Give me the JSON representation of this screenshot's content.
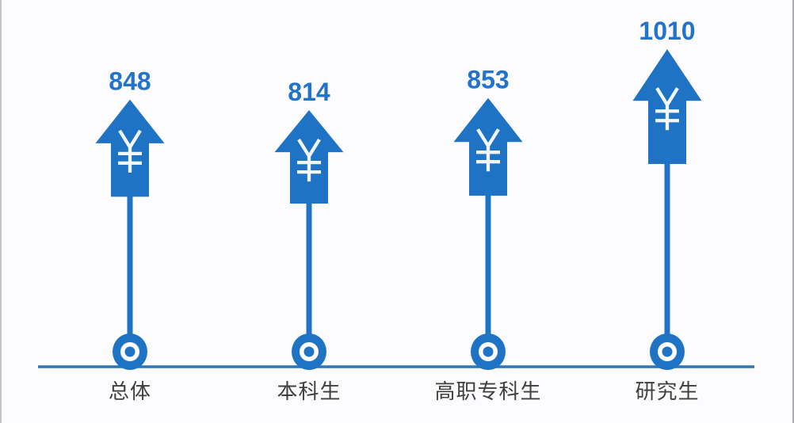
{
  "chart_data": {
    "type": "bar",
    "variant": "upward-arrow-pictograph",
    "categories": [
      "总体",
      "本科生",
      "高职专科生",
      "研究生"
    ],
    "values": [
      848,
      814,
      853,
      1010
    ],
    "value_labels": [
      "848",
      "814",
      "853",
      "1010"
    ],
    "value_icon": "yuan-sign",
    "grid": false,
    "legend": "none",
    "axis": "single-horizontal-baseline"
  },
  "colors": {
    "arrow": "#1e73c4",
    "value_label": "#2173cb",
    "axis_line": "#2e76ba",
    "category_label": "#3f3f3f",
    "yuan_glyph": "#f2f8fd",
    "anchor_ring": "#ffffff",
    "background": "#fcfcfe",
    "frame_border_left": "#c3c3c7",
    "frame_border_right": "#ababaf"
  }
}
